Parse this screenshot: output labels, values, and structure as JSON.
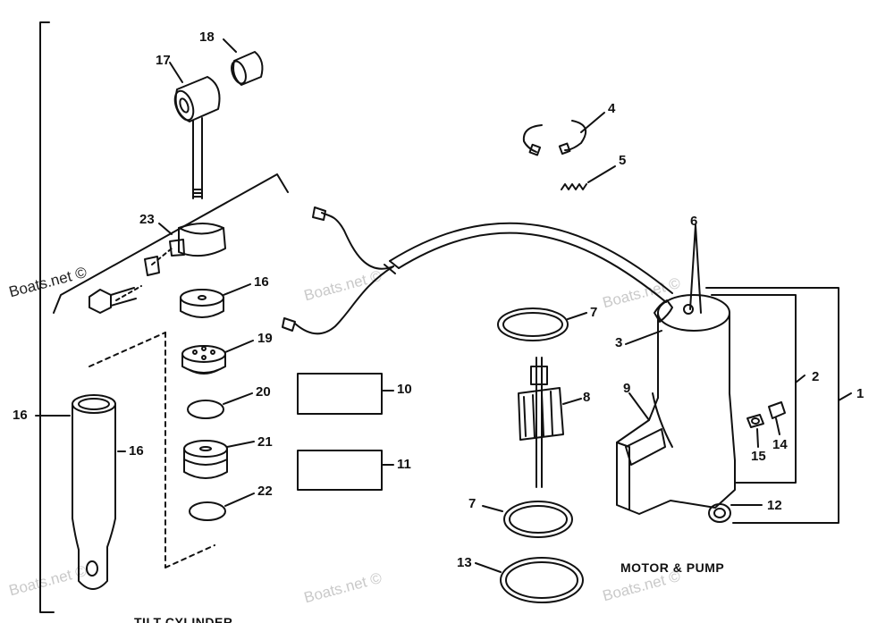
{
  "watermark": "Boats.net ©",
  "captions": {
    "motor_pump": "MOTOR & PUMP",
    "tilt_cylinder": "TILT CYLINDER"
  },
  "callouts": {
    "c1": "1",
    "c2": "2",
    "c3": "3",
    "c4": "4",
    "c5": "5",
    "c6": "6",
    "c7a": "7",
    "c7b": "7",
    "c8": "8",
    "c9": "9",
    "c10": "10",
    "c11": "11",
    "c12": "12",
    "c13": "13",
    "c14": "14",
    "c15": "15",
    "c16a": "16",
    "c16b": "16",
    "c16c": "16",
    "c17": "17",
    "c18": "18",
    "c19": "19",
    "c20": "20",
    "c21": "21",
    "c22": "22",
    "c23": "23"
  }
}
